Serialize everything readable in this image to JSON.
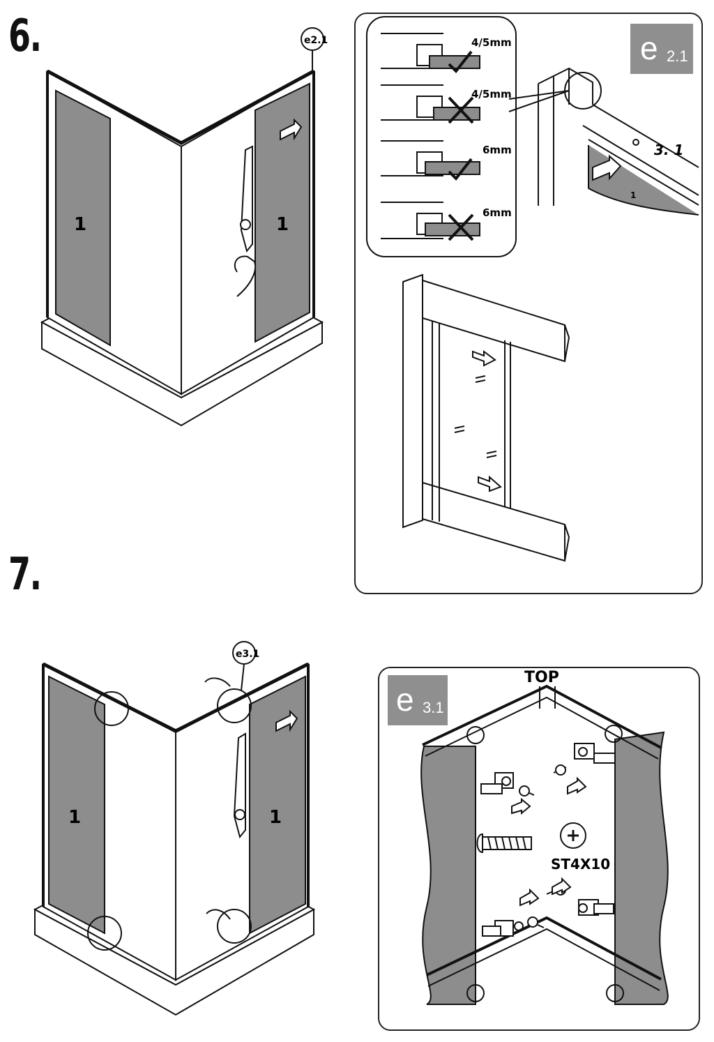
{
  "steps": [
    {
      "number": "6.",
      "ref": "e2.1"
    },
    {
      "number": "7.",
      "ref": "e3.1"
    }
  ],
  "panel_labels": {
    "glass": "1",
    "profile_label": "3. 1"
  },
  "detail_e21": {
    "badge_letter": "e",
    "badge_sub": "2.1",
    "measurements": [
      {
        "label": "4/5mm",
        "status": "correct"
      },
      {
        "label": "4/5mm",
        "status": "incorrect"
      },
      {
        "label": "6mm",
        "status": "correct"
      },
      {
        "label": "6mm",
        "status": "incorrect"
      }
    ]
  },
  "detail_e31": {
    "badge_letter": "e",
    "badge_sub": "3.1",
    "top_label": "TOP",
    "screw_label": "ST4X10"
  },
  "colors": {
    "glass_tint": "#8d8d8d",
    "badge_gray": "#8f8f8f",
    "line": "#111111"
  }
}
